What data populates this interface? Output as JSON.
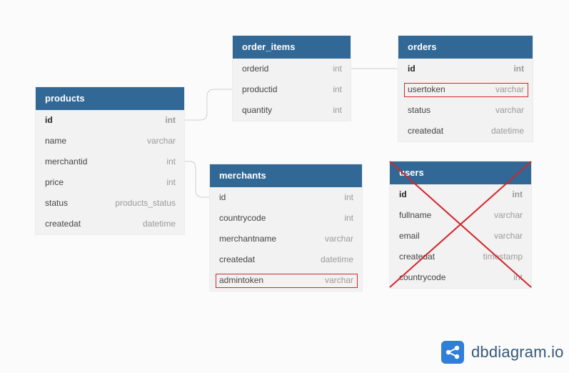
{
  "tables": {
    "order_items": {
      "title": "order_items",
      "rows": [
        {
          "name": "orderid",
          "type": "int"
        },
        {
          "name": "productid",
          "type": "int"
        },
        {
          "name": "quantity",
          "type": "int"
        }
      ]
    },
    "orders": {
      "title": "orders",
      "rows": [
        {
          "name": "id",
          "type": "int",
          "pk": true
        },
        {
          "name": "usertoken",
          "type": "varchar",
          "highlight": true
        },
        {
          "name": "status",
          "type": "varchar"
        },
        {
          "name": "createdat",
          "type": "datetime"
        }
      ]
    },
    "products": {
      "title": "products",
      "rows": [
        {
          "name": "id",
          "type": "int",
          "pk": true
        },
        {
          "name": "name",
          "type": "varchar"
        },
        {
          "name": "merchantid",
          "type": "int"
        },
        {
          "name": "price",
          "type": "int"
        },
        {
          "name": "status",
          "type": "products_status"
        },
        {
          "name": "createdat",
          "type": "datetime"
        }
      ]
    },
    "merchants": {
      "title": "merchants",
      "rows": [
        {
          "name": "id",
          "type": "int"
        },
        {
          "name": "countrycode",
          "type": "int"
        },
        {
          "name": "merchantname",
          "type": "varchar"
        },
        {
          "name": "createdat",
          "type": "datetime"
        },
        {
          "name": "admintoken",
          "type": "varchar",
          "highlight": true
        }
      ]
    },
    "users": {
      "title": "users",
      "crossed_out": true,
      "rows": [
        {
          "name": "id",
          "type": "int",
          "pk": true
        },
        {
          "name": "fullname",
          "type": "varchar"
        },
        {
          "name": "email",
          "type": "varchar"
        },
        {
          "name": "createdat",
          "type": "timestamp"
        },
        {
          "name": "countrycode",
          "type": "int"
        }
      ]
    }
  },
  "brand": {
    "name": "dbdiagram.io",
    "icon": "share-nodes-icon"
  },
  "colors": {
    "header": "#316896",
    "highlight": "#d3262b",
    "brand_blue": "#2f7ed8"
  }
}
